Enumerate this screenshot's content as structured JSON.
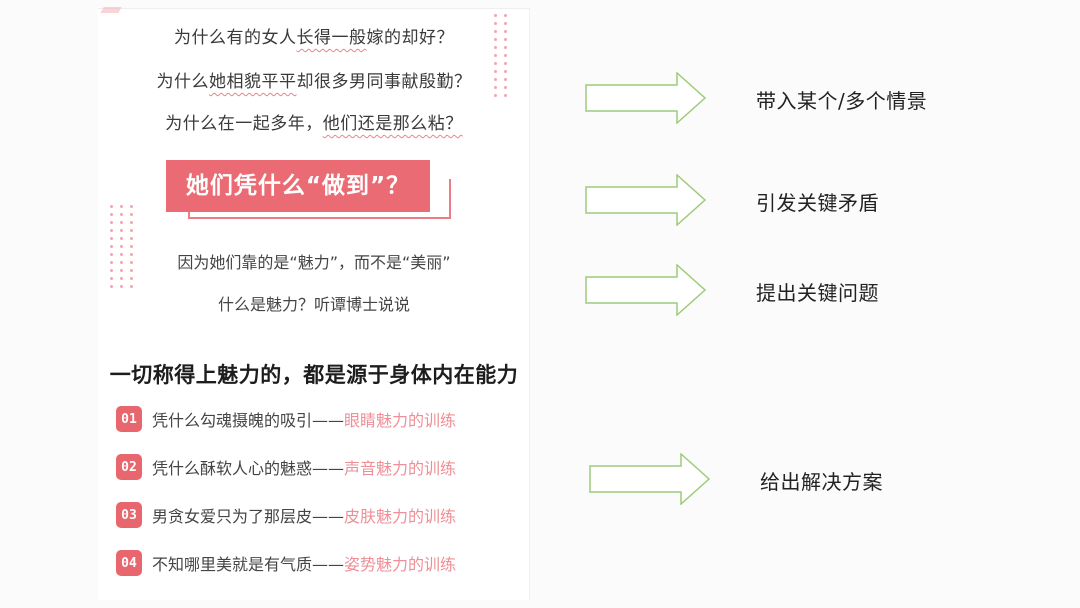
{
  "poster": {
    "questions": [
      {
        "pre": "为什么有的女人",
        "wavy": "长得一般",
        "post": "嫁的却好？"
      },
      {
        "pre": "为什么",
        "wavy": "她相貌平平",
        "post": "却很多男同事献殷勤？"
      },
      {
        "pre": "为什么在一起多年，",
        "wavy": "他们还是那么粘？",
        "post": ""
      }
    ],
    "banner": "她们凭什么“做到”？",
    "answers": [
      "因为她们靠的是“魅力”，而不是“美丽”",
      "什么是魅力？听谭博士说说"
    ],
    "headline": "一切称得上魅力的，都是源于身体内在能力",
    "items": [
      {
        "num": "01",
        "text": "凭什么勾魂摄魄的吸引——",
        "highlight": "眼睛魅力的训练"
      },
      {
        "num": "02",
        "text": "凭什么酥软人心的魅惑——",
        "highlight": "声音魅力的训练"
      },
      {
        "num": "03",
        "text": "男贪女爱只为了那层皮——",
        "highlight": "皮肤魅力的训练"
      },
      {
        "num": "04",
        "text": "不知哪里美就是有气质——",
        "highlight": "姿势魅力的训练"
      }
    ]
  },
  "annotations": [
    {
      "label": "带入某个/多个情景",
      "icon": "right-arrow-icon"
    },
    {
      "label": "引发关键矛盾",
      "icon": "right-arrow-icon"
    },
    {
      "label": "提出关键问题",
      "icon": "right-arrow-icon"
    },
    {
      "label": "给出解决方案",
      "icon": "right-arrow-icon"
    }
  ],
  "colors": {
    "accent_pink": "#ea6b73",
    "highlight_pink": "#ee8f98",
    "arrow_stroke": "#9ccc7a"
  }
}
